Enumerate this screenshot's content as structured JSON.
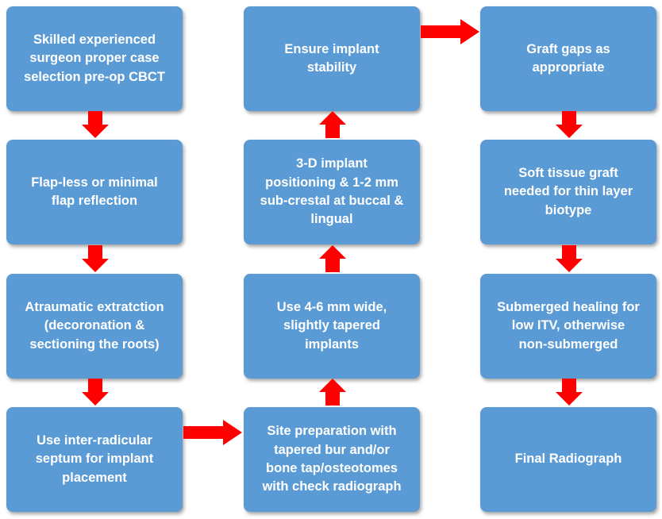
{
  "boxes": [
    {
      "id": "b1",
      "text": "Skilled experienced\nsurgeon proper case\nselection pre-op CBCT"
    },
    {
      "id": "b2",
      "text": "Flap-less or minimal\nflap reflection"
    },
    {
      "id": "b3",
      "text": "Atraumatic extratction\n(decoronation &\nsectioning the roots)"
    },
    {
      "id": "b4",
      "text": "Use inter-radicular\nseptum for implant\nplacement"
    },
    {
      "id": "b5",
      "text": "Site preparation with\ntapered bur and/or\nbone tap/osteotomes\nwith check radiograph"
    },
    {
      "id": "b6",
      "text": "Use 4-6 mm wide,\nslightly tapered\nimplants"
    },
    {
      "id": "b7",
      "text": "3-D implant\npositioning  & 1-2 mm\nsub-crestal at buccal &\nlingual"
    },
    {
      "id": "b8",
      "text": "Ensure implant\nstability"
    },
    {
      "id": "b9",
      "text": "Graft gaps as\nappropriate"
    },
    {
      "id": "b10",
      "text": "Soft tissue graft\nneeded for thin layer\nbiotype"
    },
    {
      "id": "b11",
      "text": "Submerged healing for\nlow ITV, otherwise\nnon-submerged"
    },
    {
      "id": "b12",
      "text": "Final Radiograph"
    }
  ],
  "colors": {
    "box": "#5b9bd5",
    "arrow": "#ff0000",
    "text": "#ffffff"
  }
}
